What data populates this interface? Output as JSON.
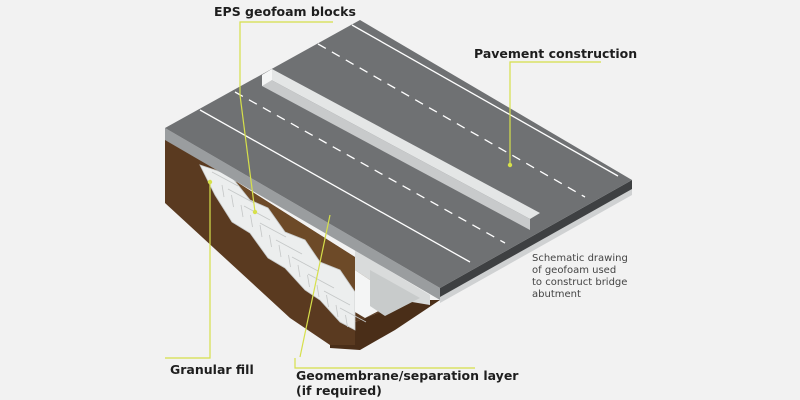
{
  "labels": {
    "eps_geofoam": "EPS geofoam blocks",
    "pavement": "Pavement construction",
    "granular_fill": "Granular fill",
    "geomembrane_line1": "Geomembrane/separation layer",
    "geomembrane_line2": "(if required)"
  },
  "caption": {
    "line1": "Schematic drawing",
    "line2": "of geofoam used",
    "line3": "to construct bridge",
    "line4": "abutment"
  },
  "colors": {
    "background": "#f2f2f2",
    "asphalt": "#6f7173",
    "asphalt_edge": "#3e4042",
    "soil_front": "#5a3a20",
    "soil_top": "#7a5630",
    "geofoam": "#eceeee",
    "barrier": "#dcdede",
    "leader": "#d6e04a",
    "lane_marking": "#ffffff"
  }
}
